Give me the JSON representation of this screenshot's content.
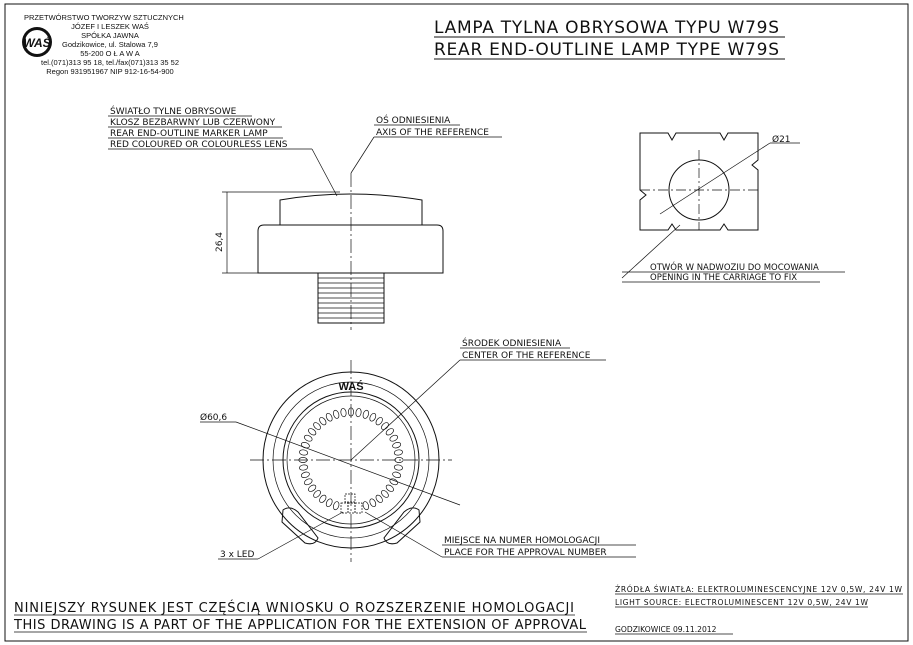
{
  "company": {
    "line1": "PRZETWÓRSTWO TWORZYW SZTUCZNYCH",
    "line2": "JÓZEF I LESZEK WAŚ",
    "line3": "SPÓŁKA JAWNA",
    "line4": "Godzikowice, ul. Stalowa 7,9",
    "line5": "55-200   O Ł A W A",
    "line6": "tel.(071)313 95 18, tel./fax(071)313 35 52",
    "line7": "Regon 931951967 NIP 912-16-54-900",
    "logo_text": "WAŚ"
  },
  "title": {
    "pl": "LAMPA TYLNA OBRYSOWA TYPU W79S",
    "en": "REAR END-OUTLINE LAMP TYPE W79S"
  },
  "side_view": {
    "lens_label": [
      "ŚWIATŁO TYLNE OBRYSOWE",
      "KLOSZ BEZBARWNY LUB CZERWONY",
      "REAR END-OUTLINE MARKER LAMP",
      "RED COLOURED OR COLOURLESS LENS"
    ],
    "axis_label": [
      "OŚ ODNIESIENIA",
      "AXIS OF THE REFERENCE"
    ],
    "height_dim": "26,4"
  },
  "hole_view": {
    "diameter": "Ø21",
    "label": [
      "OTWÓR W NADWOZIU DO MOCOWANIA",
      "OPENING IN THE CARRIAGE TO FIX"
    ]
  },
  "front_view": {
    "center_label": [
      "ŚRODEK ODNIESIENIA",
      "CENTER OF THE REFERENCE"
    ],
    "diameter": "Ø60,6",
    "brand": "WAŚ",
    "led_label": "3 x LED",
    "approval_label": [
      "MIEJSCE NA NUMER HOMOLOGACJI",
      "PLACE FOR THE APPROVAL NUMBER"
    ]
  },
  "footer": {
    "note_pl": "NINIEJSZY RYSUNEK JEST CZĘŚCIĄ WNIOSKU O  ROZSZERZENIE HOMOLOGACJI",
    "note_en": "THIS DRAWING IS A PART OF THE APPLICATION FOR THE EXTENSION OF APPROVAL",
    "source_pl": "ŹRÓDŁA ŚWIATŁA: ELEKTROLUMINESCENCYJNE  12V  0,5W, 24V  1W",
    "source_en": "LIGHT SOURCE: ELECTROLUMINESCENT  12V  0,5W, 24V  1W",
    "place_date": "GODZIKOWICE   09.11.2012"
  }
}
